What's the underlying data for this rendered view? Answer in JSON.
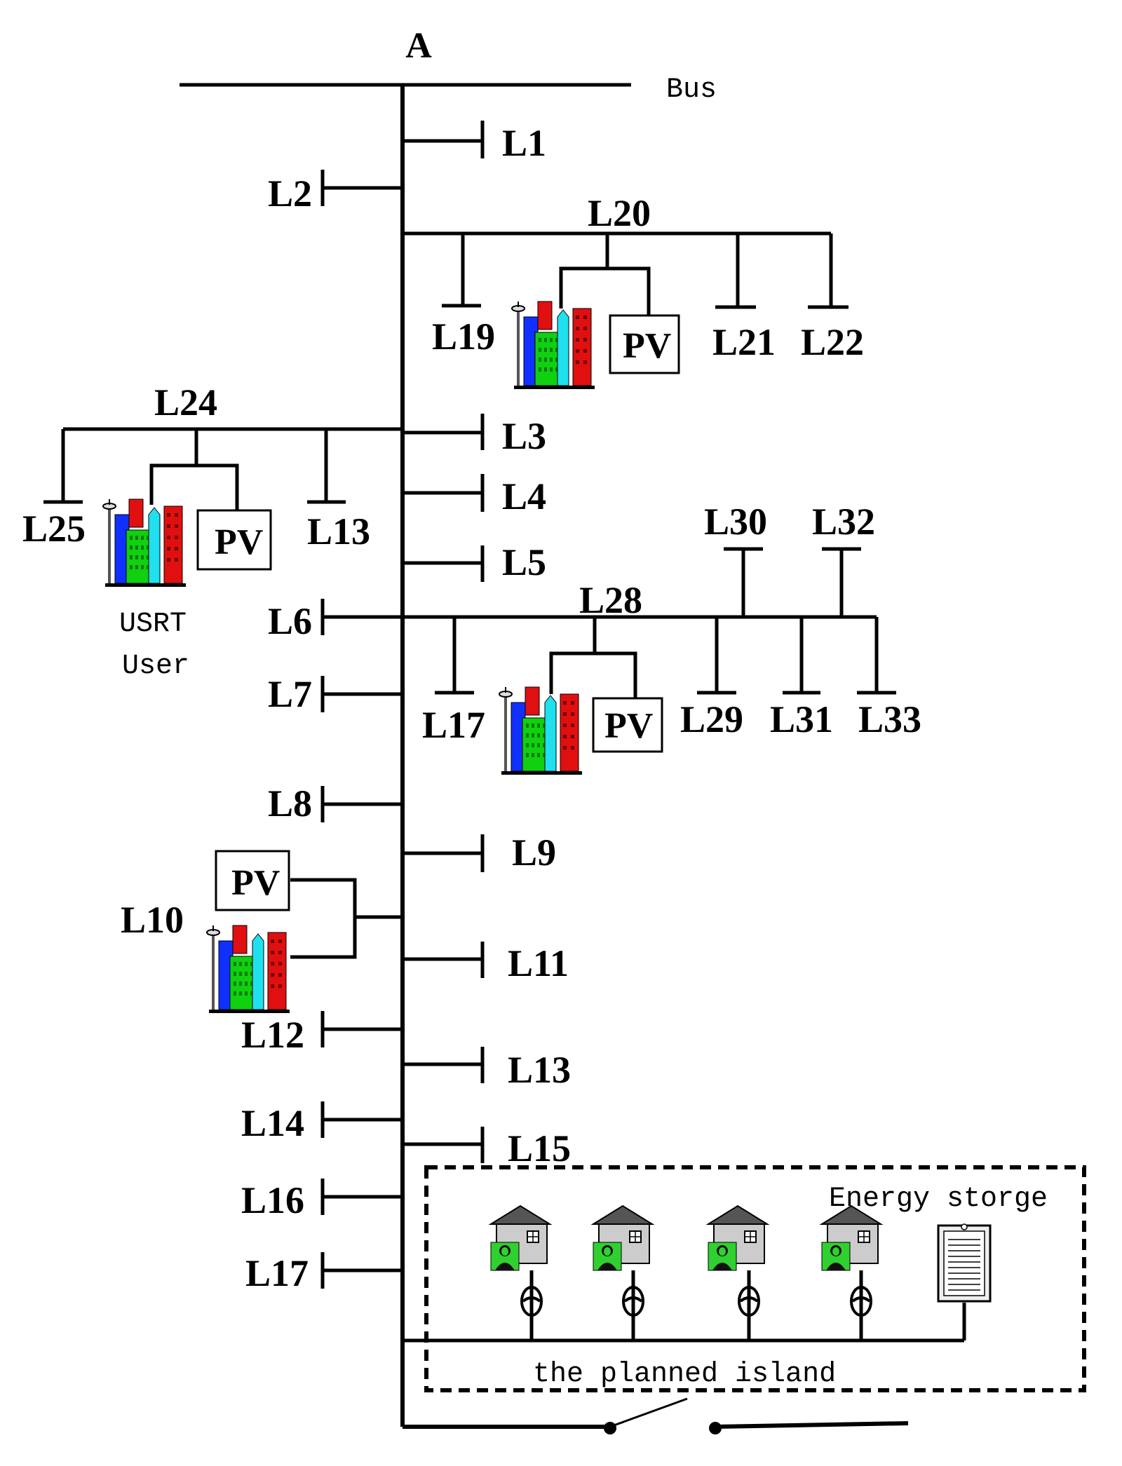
{
  "diagram": {
    "node_a": "A",
    "bus_label": "Bus",
    "usrt_line1": "USRT",
    "usrt_line2": "User",
    "energy_storage_label": "Energy storge",
    "island_label": "the planned island",
    "pv_label": "PV",
    "loads": {
      "L1": "L1",
      "L2": "L2",
      "L3": "L3",
      "L4": "L4",
      "L5": "L5",
      "L6": "L6",
      "L7": "L7",
      "L8": "L8",
      "L9": "L9",
      "L10": "L10",
      "L11": "L11",
      "L12": "L12",
      "L13a": "L13",
      "L13b": "L13",
      "L14": "L14",
      "L15": "L15",
      "L16": "L16",
      "L17a": "L17",
      "L17b": "L17",
      "L19": "L19",
      "L20": "L20",
      "L21": "L21",
      "L22": "L22",
      "L24": "L24",
      "L25": "L25",
      "L28": "L28",
      "L29": "L29",
      "L30": "L30",
      "L31": "L31",
      "L32": "L32",
      "L33": "L33"
    }
  },
  "icons": {
    "building": "building-icon",
    "house": "house-icon",
    "transformer": "transformer-icon",
    "battery": "energy-storage-icon",
    "switch": "switch-icon"
  }
}
